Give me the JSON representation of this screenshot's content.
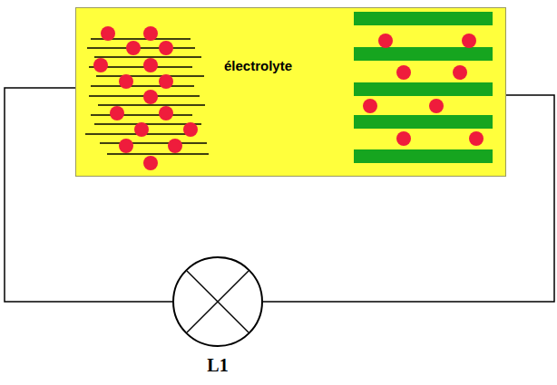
{
  "diagram": {
    "nodes": [
      {
        "text": [
          "électrolyte"
        ]
      },
      {
        "text": [
          "L1"
        ]
      }
    ],
    "edges": [
      {
        "from": 0,
        "to": 1,
        "arrow": "none"
      },
      {
        "from": 0,
        "to": 1,
        "arrow": "none"
      }
    ]
  }
}
